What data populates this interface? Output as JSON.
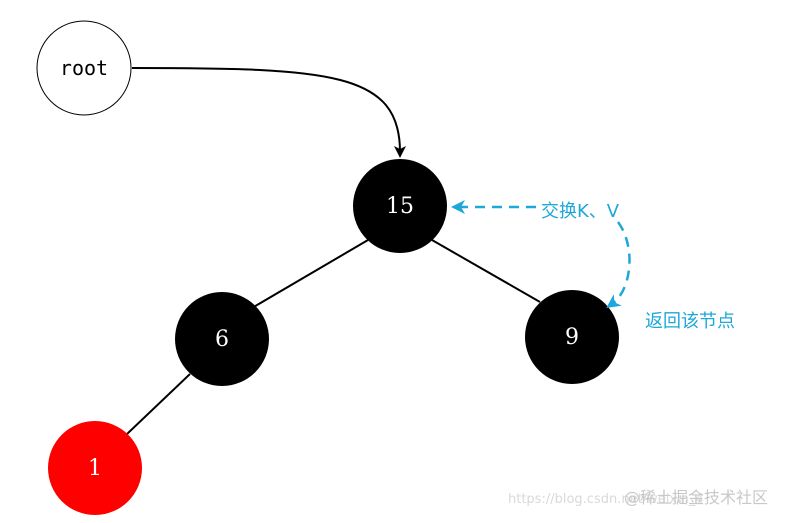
{
  "root_node": {
    "label": "root"
  },
  "nodes": [
    {
      "id": "n15",
      "label": "15",
      "color": "black"
    },
    {
      "id": "n6",
      "label": "6",
      "color": "black"
    },
    {
      "id": "n9",
      "label": "9",
      "color": "black"
    },
    {
      "id": "n1",
      "label": "1",
      "color": "red"
    }
  ],
  "annotations": {
    "swap_kv": "交换K、V",
    "return_node": "返回该节点"
  },
  "watermark": {
    "url": "https://blog.csdn.net/weixin_4",
    "brand": "@稀土掘金技术社区"
  },
  "colors": {
    "black_node": "#000000",
    "red_node": "#ff0000",
    "annotation": "#1ea7d8",
    "edge": "#000000",
    "node_text": "#ffffff"
  }
}
